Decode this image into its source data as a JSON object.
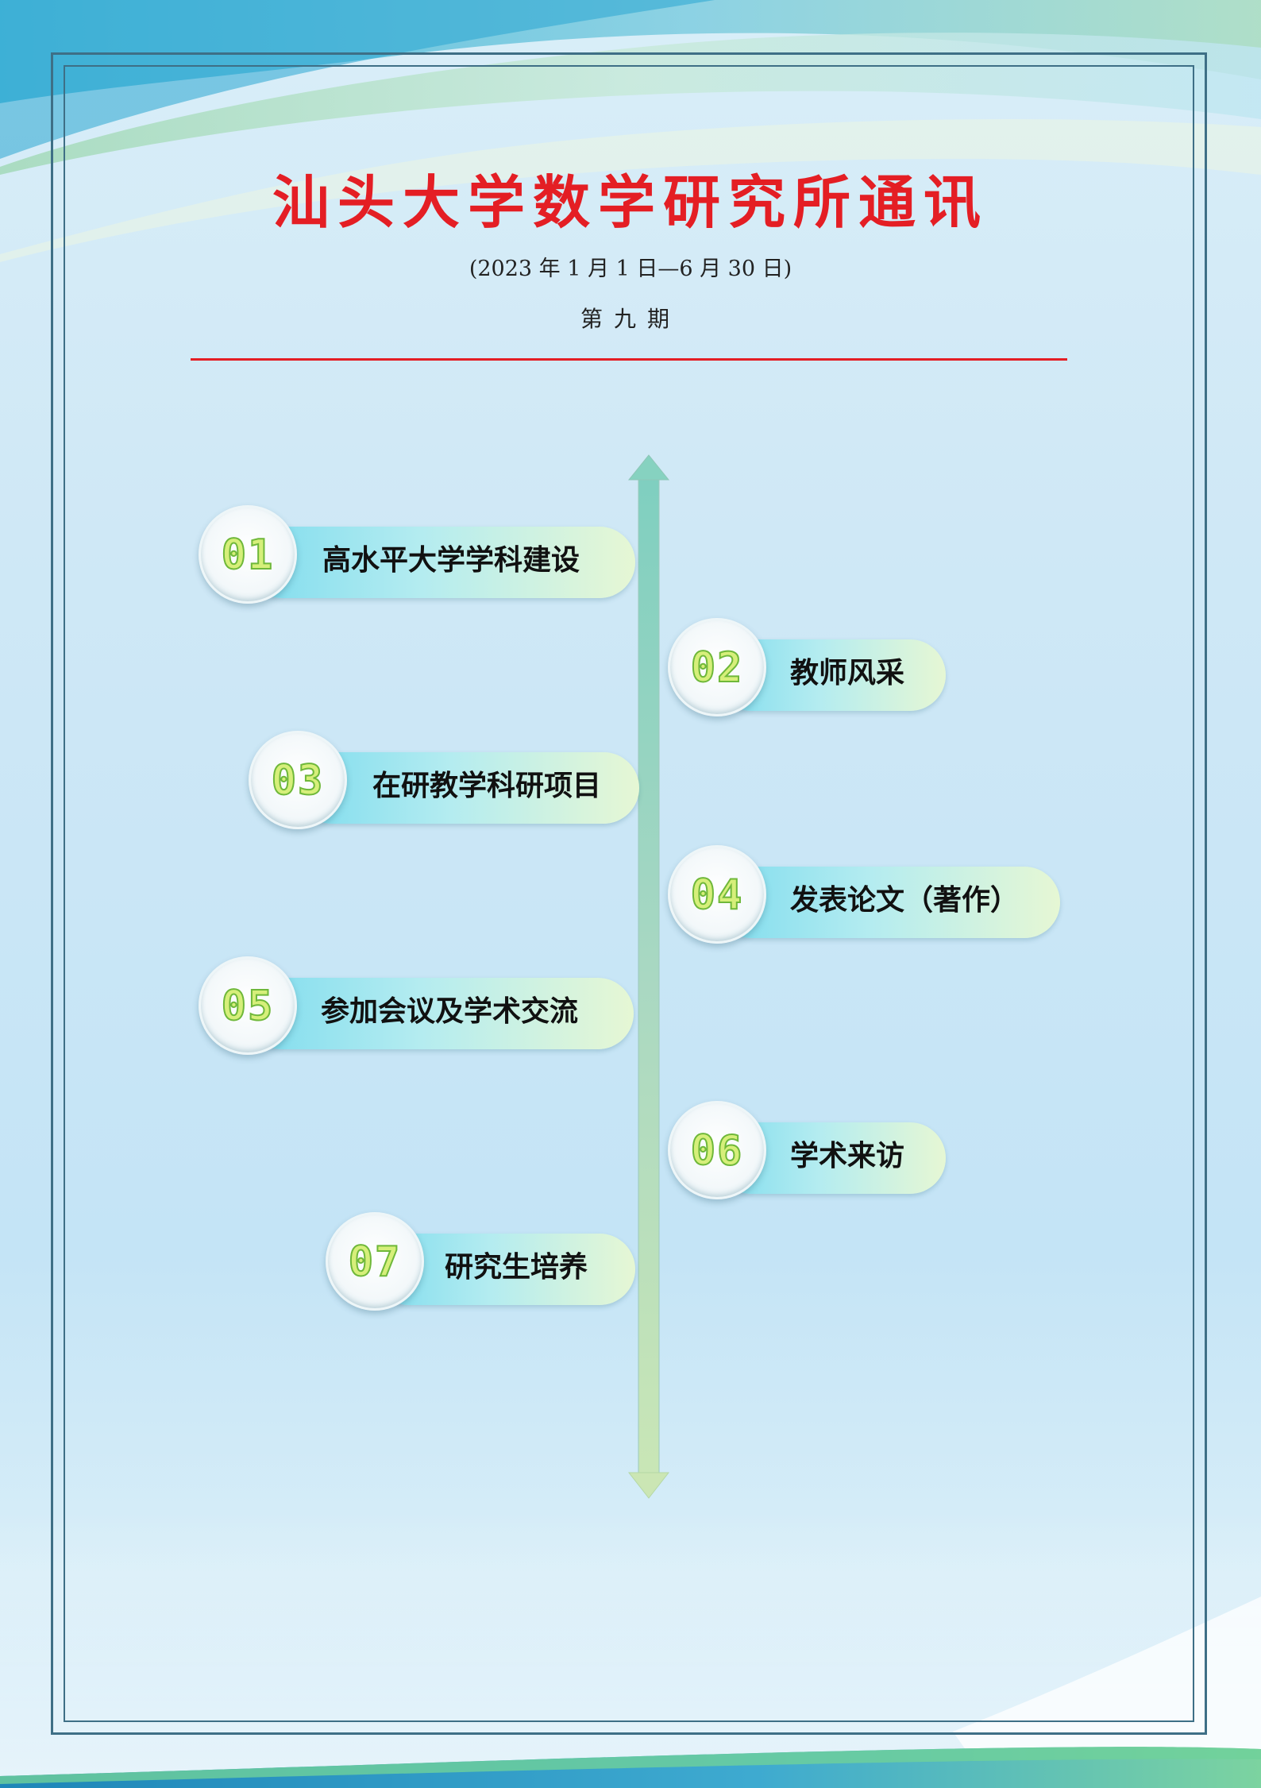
{
  "header": {
    "title": "汕头大学数学研究所通讯",
    "date_range": "(2023 年 1 月 1 日—6 月 30 日)",
    "issue": "第九期"
  },
  "colors": {
    "title_red": "#e41e24",
    "frame": "#3e6f86",
    "badge_digit": "#d6ef7a"
  },
  "toc": [
    {
      "number": "01",
      "label": "高水平大学学科建设"
    },
    {
      "number": "02",
      "label": "教师风采"
    },
    {
      "number": "03",
      "label": "在研教学科研项目"
    },
    {
      "number": "04",
      "label": "发表论文（著作）"
    },
    {
      "number": "05",
      "label": "参加会议及学术交流"
    },
    {
      "number": "06",
      "label": "学术来访"
    },
    {
      "number": "07",
      "label": "研究生培养"
    }
  ]
}
